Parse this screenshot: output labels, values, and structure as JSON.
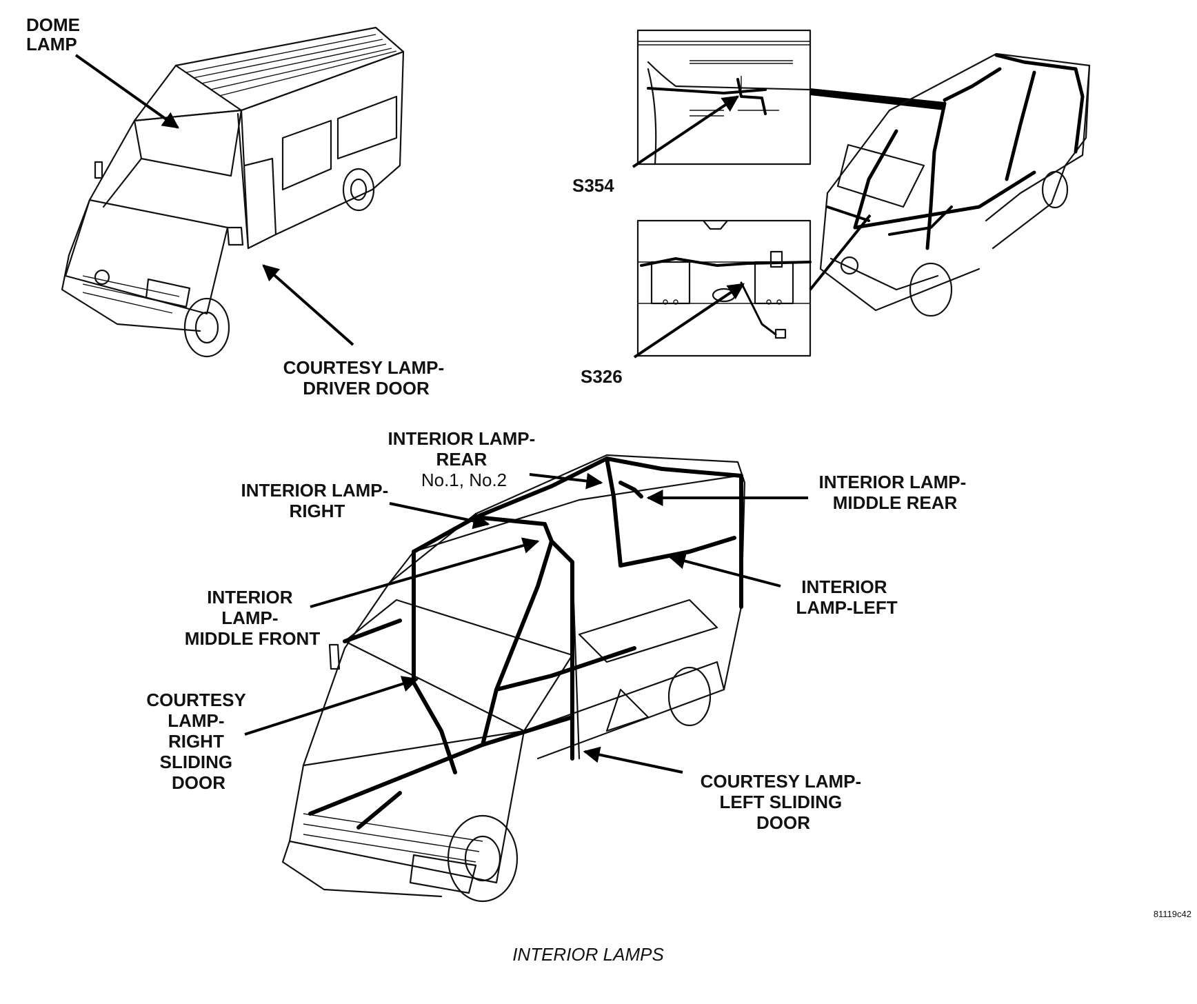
{
  "figure_id": "81119c42",
  "caption": "INTERIOR LAMPS",
  "top_left_labels": {
    "dome_lamp": [
      "DOME",
      "LAMP"
    ],
    "courtesy_driver_door": [
      "COURTESY LAMP-",
      "DRIVER DOOR"
    ]
  },
  "splices": {
    "upper": "S354",
    "lower": "S326"
  },
  "bottom_labels": {
    "rear": [
      "INTERIOR LAMP-",
      "REAR",
      "No.1, No.2"
    ],
    "right": [
      "INTERIOR LAMP-",
      "RIGHT"
    ],
    "middle_rear": [
      "INTERIOR LAMP-",
      "MIDDLE REAR"
    ],
    "middle_front": [
      "INTERIOR",
      "LAMP-",
      "MIDDLE FRONT"
    ],
    "left": [
      "INTERIOR",
      "LAMP-LEFT"
    ],
    "courtesy_right_sliding": [
      "COURTESY",
      "LAMP-",
      "RIGHT",
      "SLIDING",
      "DOOR"
    ],
    "courtesy_left_sliding": [
      "COURTESY LAMP-",
      "LEFT SLIDING",
      "DOOR"
    ]
  }
}
